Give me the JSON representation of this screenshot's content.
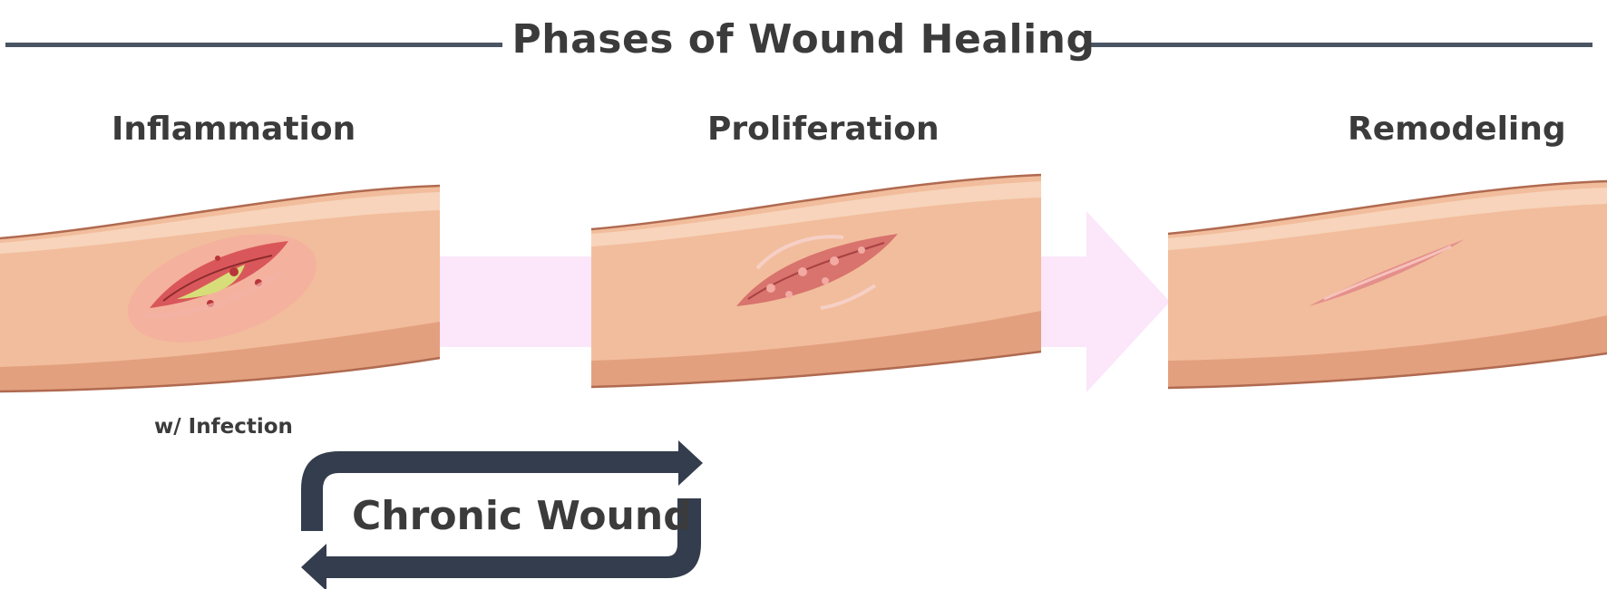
{
  "title": "Phases of Wound Healing",
  "phases": [
    {
      "label": "Inflammation",
      "icon": "inflamed-wound-icon"
    },
    {
      "label": "Proliferation",
      "icon": "granulating-wound-icon"
    },
    {
      "label": "Remodeling",
      "icon": "scar-icon"
    }
  ],
  "infection_note": "w/ Infection",
  "chronic_loop_label": "Chronic Wound",
  "colors": {
    "rule": "#4a5563",
    "flow_arrow": "#fbe6fa",
    "loop_arrow": "#343d4d",
    "skin": "#f2bd9c",
    "skin_shadow": "#e3a07f",
    "skin_highlight": "#f7d4bb",
    "skin_outline": "#b06a50"
  }
}
